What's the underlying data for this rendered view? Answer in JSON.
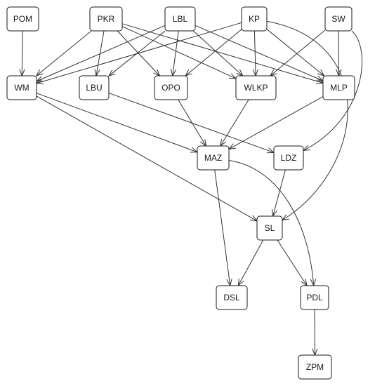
{
  "diagram": {
    "nodes": [
      {
        "id": "POM",
        "label": "POM"
      },
      {
        "id": "PKR",
        "label": "PKR"
      },
      {
        "id": "LBL",
        "label": "LBL"
      },
      {
        "id": "KP",
        "label": "KP"
      },
      {
        "id": "SW",
        "label": "SW"
      },
      {
        "id": "WM",
        "label": "WM"
      },
      {
        "id": "LBU",
        "label": "LBU"
      },
      {
        "id": "OPO",
        "label": "OPO"
      },
      {
        "id": "WLKP",
        "label": "WLKP"
      },
      {
        "id": "MLP",
        "label": "MLP"
      },
      {
        "id": "MAZ",
        "label": "MAZ"
      },
      {
        "id": "LDZ",
        "label": "LDZ"
      },
      {
        "id": "SL",
        "label": "SL"
      },
      {
        "id": "DSL",
        "label": "DSL"
      },
      {
        "id": "PDL",
        "label": "PDL"
      },
      {
        "id": "ZPM",
        "label": "ZPM"
      }
    ],
    "edges": [
      {
        "from": "POM",
        "to": "WM"
      },
      {
        "from": "PKR",
        "to": "WM"
      },
      {
        "from": "PKR",
        "to": "LBU"
      },
      {
        "from": "PKR",
        "to": "OPO"
      },
      {
        "from": "PKR",
        "to": "WLKP"
      },
      {
        "from": "PKR",
        "to": "MLP"
      },
      {
        "from": "LBL",
        "to": "WM"
      },
      {
        "from": "LBL",
        "to": "LBU"
      },
      {
        "from": "LBL",
        "to": "OPO"
      },
      {
        "from": "LBL",
        "to": "WLKP"
      },
      {
        "from": "LBL",
        "to": "MLP"
      },
      {
        "from": "KP",
        "to": "WM"
      },
      {
        "from": "KP",
        "to": "OPO"
      },
      {
        "from": "KP",
        "to": "WLKP"
      },
      {
        "from": "KP",
        "to": "MLP"
      },
      {
        "from": "KP",
        "to": "SL"
      },
      {
        "from": "SW",
        "to": "WLKP"
      },
      {
        "from": "SW",
        "to": "MLP"
      },
      {
        "from": "SW",
        "to": "LDZ"
      },
      {
        "from": "WM",
        "to": "MAZ"
      },
      {
        "from": "WM",
        "to": "SL"
      },
      {
        "from": "LBU",
        "to": "LDZ"
      },
      {
        "from": "OPO",
        "to": "MAZ"
      },
      {
        "from": "WLKP",
        "to": "MAZ"
      },
      {
        "from": "MLP",
        "to": "MAZ"
      },
      {
        "from": "MAZ",
        "to": "DSL"
      },
      {
        "from": "MAZ",
        "to": "PDL"
      },
      {
        "from": "LDZ",
        "to": "SL"
      },
      {
        "from": "SL",
        "to": "DSL"
      },
      {
        "from": "SL",
        "to": "PDL"
      },
      {
        "from": "PDL",
        "to": "ZPM"
      }
    ]
  }
}
